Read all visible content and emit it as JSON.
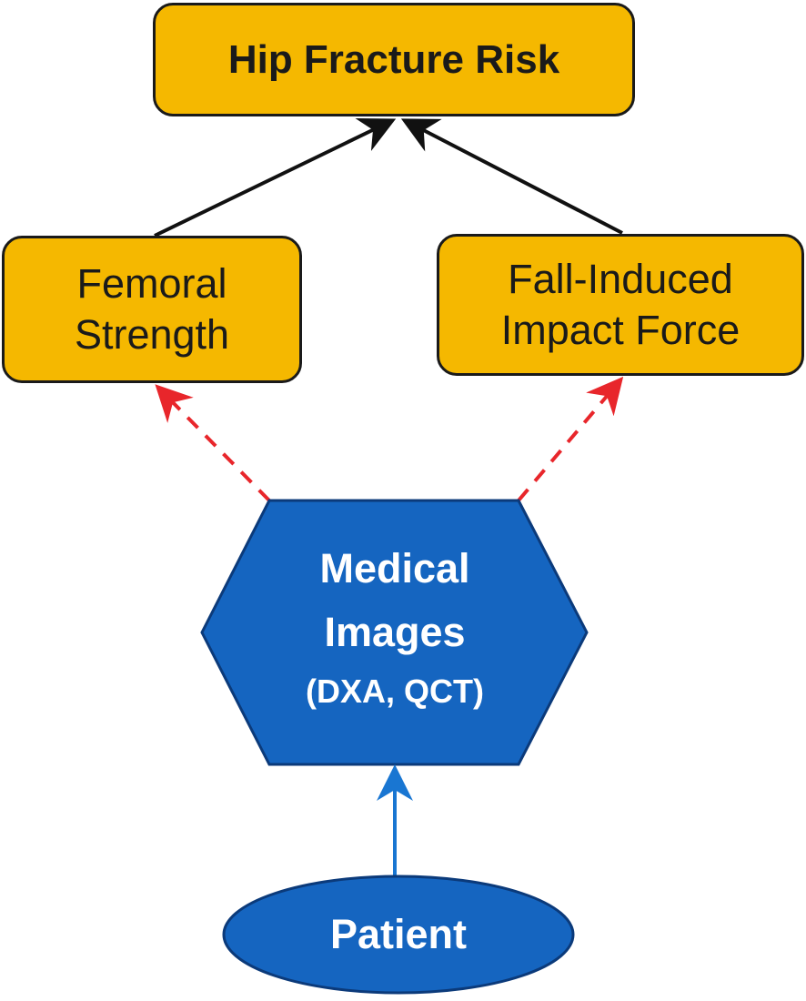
{
  "colors": {
    "factor_box_fill": "#f5b800",
    "box_border": "#1a1a1a",
    "blue_node_fill": "#1565c0",
    "blue_node_border": "#0b3a7a",
    "dashed_arrow": "#e8262b",
    "solid_arrow_black": "#111111",
    "solid_arrow_blue": "#1976d2"
  },
  "nodes": {
    "hip_fracture_risk": {
      "label": "Hip Fracture Risk"
    },
    "femoral_strength": {
      "lines": [
        "Femoral",
        "Strength"
      ]
    },
    "impact_force": {
      "lines": [
        "Fall-Induced",
        "Impact Force"
      ]
    },
    "medical_images": {
      "lines": [
        "Medical",
        "Images",
        "(DXA, QCT)"
      ]
    },
    "patient": {
      "label": "Patient"
    }
  },
  "edges": [
    {
      "from": "femoral_strength",
      "to": "hip_fracture_risk",
      "style": "solid-black"
    },
    {
      "from": "impact_force",
      "to": "hip_fracture_risk",
      "style": "solid-black"
    },
    {
      "from": "medical_images",
      "to": "femoral_strength",
      "style": "dashed-red"
    },
    {
      "from": "medical_images",
      "to": "impact_force",
      "style": "dashed-red"
    },
    {
      "from": "patient",
      "to": "medical_images",
      "style": "solid-blue"
    }
  ]
}
